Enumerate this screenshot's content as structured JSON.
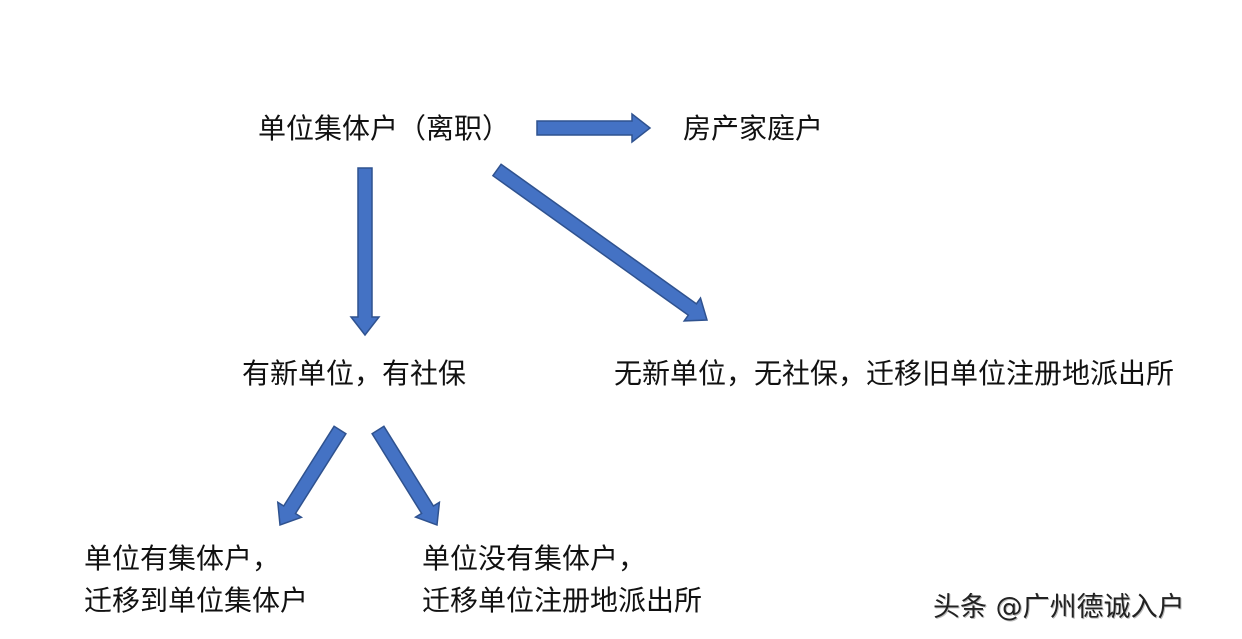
{
  "nodes": {
    "root": "单位集体户（离职）",
    "family": "房产家庭户",
    "new_unit": "有新单位，有社保",
    "no_unit": "无新单位，无社保，迁移旧单位注册地派出所",
    "has_collective": [
      "单位有集体户，",
      "迁移到单位集体户"
    ],
    "no_collective": [
      "单位没有集体户，",
      "迁移单位注册地派出所"
    ]
  },
  "edges": [
    {
      "from": "root",
      "to": "family"
    },
    {
      "from": "root",
      "to": "new_unit"
    },
    {
      "from": "root",
      "to": "no_unit"
    },
    {
      "from": "new_unit",
      "to": "has_collective"
    },
    {
      "from": "new_unit",
      "to": "no_collective"
    }
  ],
  "watermark": "头条 @广州德诚入户",
  "colors": {
    "arrow_fill": "#4472C4",
    "arrow_stroke": "#2F528F",
    "text": "#111111"
  }
}
